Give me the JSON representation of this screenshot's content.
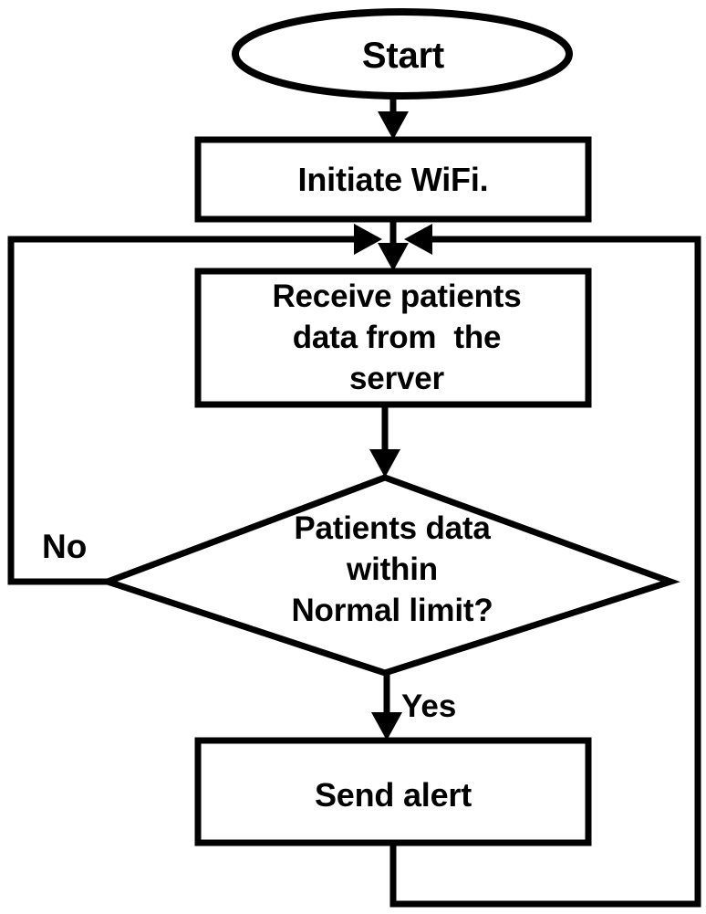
{
  "diagram": {
    "title": "Patient monitoring WiFi alert flowchart",
    "background_color": "#ffffff",
    "line_color": "#000000",
    "nodes": [
      {
        "id": "start",
        "shape": "ellipse",
        "label": "Start"
      },
      {
        "id": "initiate-wifi",
        "shape": "process",
        "label": "Initiate WiFi."
      },
      {
        "id": "receive-data",
        "shape": "process",
        "label": "Receive patients\ndata from  the\nserver"
      },
      {
        "id": "decision-normal-limit",
        "shape": "decision",
        "label": "Patients data\nwithin\nNormal limit?"
      },
      {
        "id": "send-alert",
        "shape": "process",
        "label": "Send alert"
      }
    ],
    "edge_labels": {
      "no": "No",
      "yes": "Yes"
    },
    "edges": [
      {
        "from": "start",
        "to": "initiate-wifi",
        "label": ""
      },
      {
        "from": "initiate-wifi",
        "to": "receive-data",
        "label": ""
      },
      {
        "from": "receive-data",
        "to": "decision-normal-limit",
        "label": ""
      },
      {
        "from": "decision-normal-limit",
        "to": "send-alert",
        "label": "Yes"
      },
      {
        "from": "decision-normal-limit",
        "to": "receive-data",
        "label": "No"
      },
      {
        "from": "send-alert",
        "to": "receive-data",
        "label": ""
      }
    ]
  }
}
